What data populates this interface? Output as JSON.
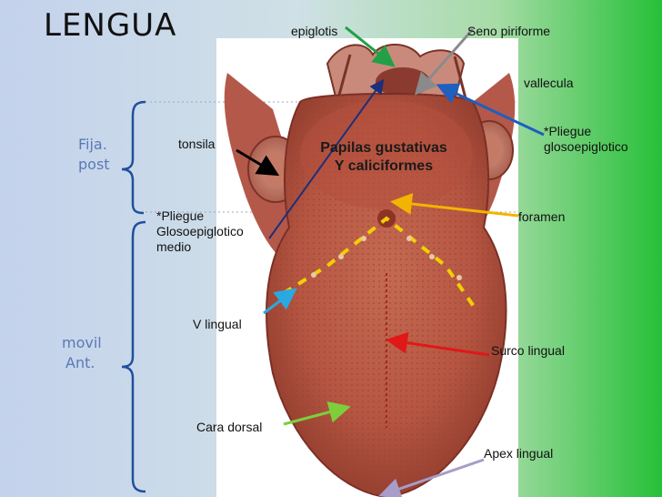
{
  "title": "LENGUA",
  "side_labels": {
    "upper_line1": "Fija.",
    "upper_line2": "post",
    "lower_line1": "movil",
    "lower_line2": "Ant."
  },
  "labels": {
    "epiglotis": "epiglotis",
    "seno_piriforme": "Seno piriforme",
    "vallecula": "vallecula",
    "pliegue_gloso_line1": "*Pliegue",
    "pliegue_gloso_line2": "glosoepiglotico",
    "tonsila": "tonsila",
    "papilas_line1": "Papilas gustativas",
    "papilas_line2": "Y caliciformes",
    "pliegue_medio_line1": "*Pliegue",
    "pliegue_medio_line2": "Glosoepiglotico",
    "pliegue_medio_line3": "medio",
    "foramen": "foramen",
    "v_lingual": "V lingual",
    "surco_lingual": "Surco lingual",
    "cara_dorsal": "Cara dorsal",
    "apex_lingual": "Apex lingual"
  },
  "colors": {
    "epiglotis_arrow": "#22a045",
    "seno_arrow": "#8a8a8a",
    "vallecula_arrow": "#1e5fc0",
    "tonsila_arrow": "#000000",
    "papilas_arrow": "#1c2f7a",
    "foramen_arrow": "#f2b400",
    "v_lingual_arrow": "#2aa8e0",
    "surco_arrow": "#e01818",
    "cara_arrow": "#7ccf3a",
    "apex_arrow": "#a89cc8",
    "v_line": "#f2d000",
    "brace": "#1f4f9e",
    "tongue": "#c8674a"
  }
}
